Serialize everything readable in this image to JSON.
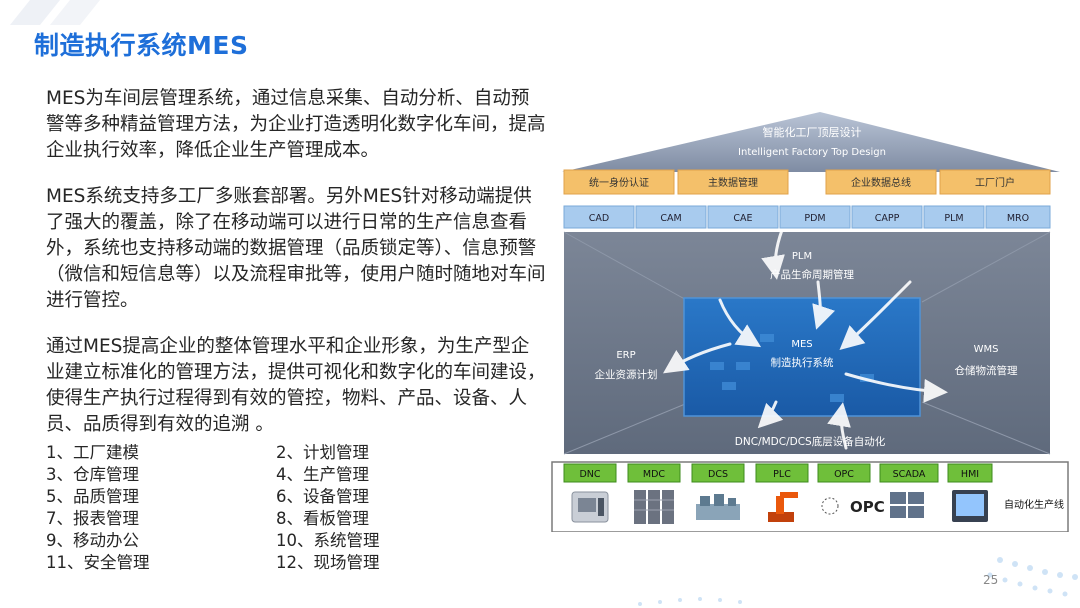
{
  "slide": {
    "title": "制造执行系统MES",
    "page_number": "25"
  },
  "paragraphs": [
    "MES为车间层管理系统，通过信息采集、自动分析、自动预警等多种精益管理方法，为企业打造透明化数字化车间，提高企业执行效率，降低企业生产管理成本。",
    "MES系统支持多工厂多账套部署。另外MES针对移动端提供了强大的覆盖，除了在移动端可以进行日常的生产信息查看外，系统也支持移动端的数据管理（品质锁定等）、信息预警（微信和短信息等）以及流程审批等，使用户随时随地对车间进行管控。",
    "通过MES提高企业的整体管理水平和企业形象，为生产型企业建立标准化的管理方法，提供可视化和数字化的车间建设，使得生产执行过程得到有效的管控，物料、产品、设备、人员、品质得到有效的追溯 。"
  ],
  "features": [
    "1、工厂建模",
    "2、计划管理",
    "3、仓库管理",
    "4、生产管理",
    "5、品质管理",
    "6、设备管理",
    "7、报表管理",
    "8、看板管理",
    "9、移动办公",
    "10、系统管理",
    "11、安全管理",
    "12、现场管理"
  ],
  "diagram": {
    "roof_title_cn": "智能化工厂顶层设计",
    "roof_title_en": "Intelligent Factory Top Design",
    "top_bars": [
      "统一身份认证",
      "主数据管理",
      "企业数据总线",
      "工厂门户"
    ],
    "systems_row": [
      "CAD",
      "CAM",
      "CAE",
      "PDM",
      "CAPP",
      "PLM",
      "MRO"
    ],
    "plm_label": "PLM",
    "plm_sub": "产品生命周期管理",
    "mes_label": "MES",
    "mes_sub": "制造执行系统",
    "erp_label": "ERP",
    "erp_sub": "企业资源计划",
    "wms_label": "WMS",
    "wms_sub": "仓储物流管理",
    "bottom_label": "DNC/MDC/DCS底层设备自动化",
    "devices": [
      "DNC",
      "MDC",
      "DCS",
      "PLC",
      "OPC",
      "SCADA",
      "HMI"
    ],
    "device_icons": [
      "cnc-machine-icon",
      "server-rack-icon",
      "control-system-icon",
      "robot-arm-icon",
      "opc-logo-icon",
      "monitor-screens-icon",
      "hmi-panel-icon"
    ],
    "opc_logo_text": "OPC",
    "production_line_label": "自动化生产线"
  },
  "colors": {
    "title_blue": "#1e6fd9",
    "roof_top": "#9aa8c2",
    "tan_bar": "#f4c06a",
    "system_box": "#9fc3e7",
    "house_bg": "#6f7a8c",
    "mes_center": "#1d64b5",
    "device_green": "#6fbf3a"
  }
}
